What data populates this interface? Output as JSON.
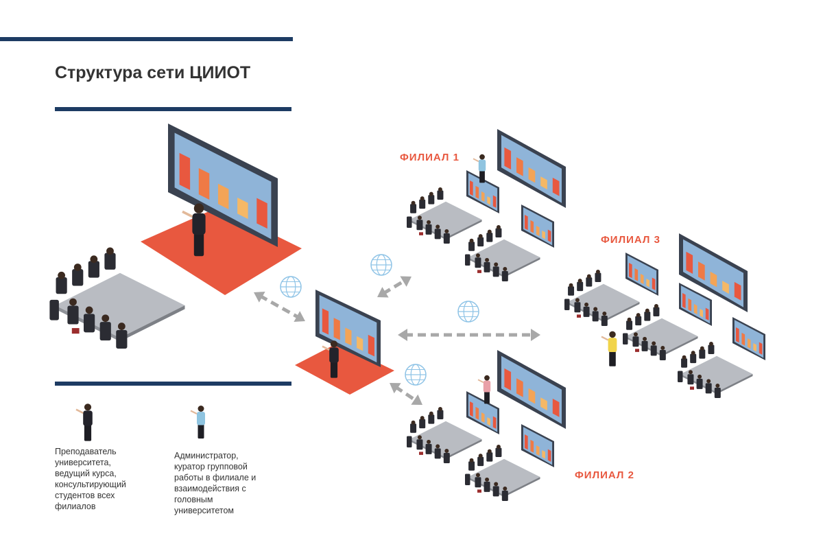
{
  "title": "Структура сети ЦИИОТ",
  "branches": [
    "ФИЛИАЛ 1",
    "ФИЛИАЛ 2",
    "ФИЛИАЛ 3"
  ],
  "legend": [
    {
      "icon": "teacher-figure-icon",
      "lines": [
        "Преподаватель",
        "университета,",
        "ведущий курса,",
        "консультирующий",
        "студентов всех",
        "филиалов"
      ]
    },
    {
      "icon": "administrator-figure-icon",
      "lines": [
        "Администратор,",
        "куратор групповой",
        "работы в филиале и",
        "взаимодействия с",
        "головным",
        "университетом"
      ]
    }
  ],
  "colors": {
    "navy": "#1d3b63",
    "accent": "#e8583f",
    "globe": "#8ec3e6",
    "arrow": "#a8a8a8"
  }
}
